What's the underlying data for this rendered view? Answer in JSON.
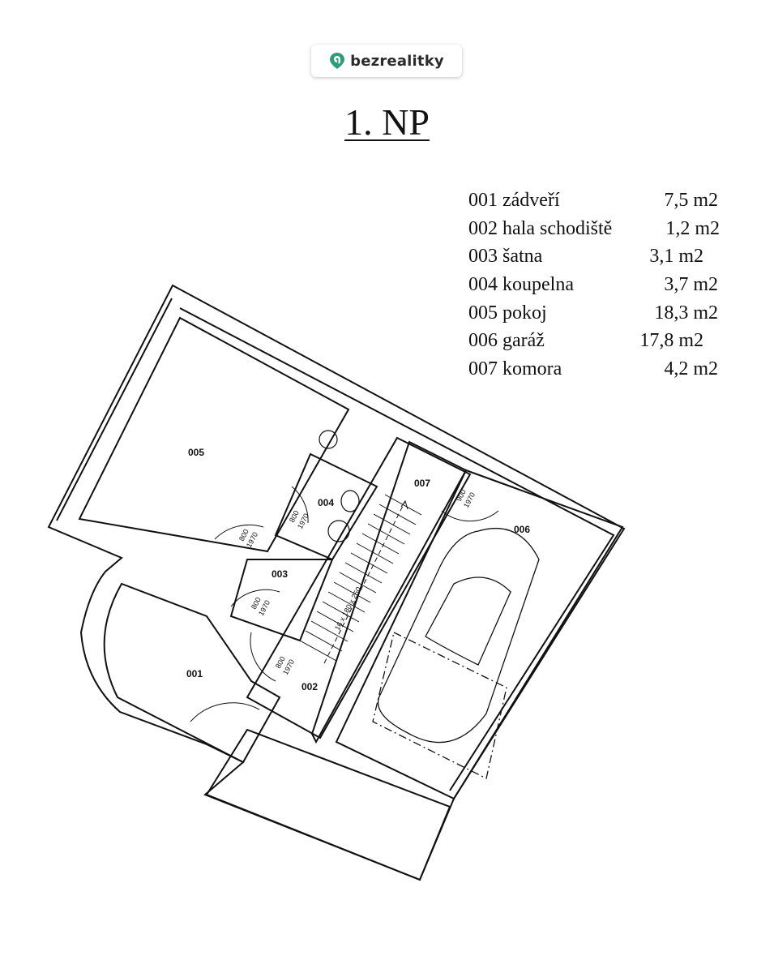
{
  "logo": {
    "text": "bezrealitky",
    "accent": "#2e9c7a"
  },
  "title": "1. NP",
  "rooms": [
    {
      "name": "001 zádveří",
      "area": "7,5 m2"
    },
    {
      "name": "002 hala schodiště",
      "area": "1,2 m2"
    },
    {
      "name": "003 šatna",
      "area": "3,1 m2"
    },
    {
      "name": "004 koupelna",
      "area": "3,7 m2"
    },
    {
      "name": "005 pokoj",
      "area": "18,3 m2"
    },
    {
      "name": "006 garáž",
      "area": "17,8 m2"
    },
    {
      "name": "007 komora",
      "area": "4,2 m2"
    }
  ],
  "plan_labels": {
    "r001": "001",
    "r002": "002",
    "r003": "003",
    "r004": "004",
    "r005": "005",
    "r006": "006",
    "r007": "007",
    "door_w": "800",
    "door_w_garage": "900",
    "door_h": "1970",
    "stair_spec": "16 x 180 x 250"
  }
}
